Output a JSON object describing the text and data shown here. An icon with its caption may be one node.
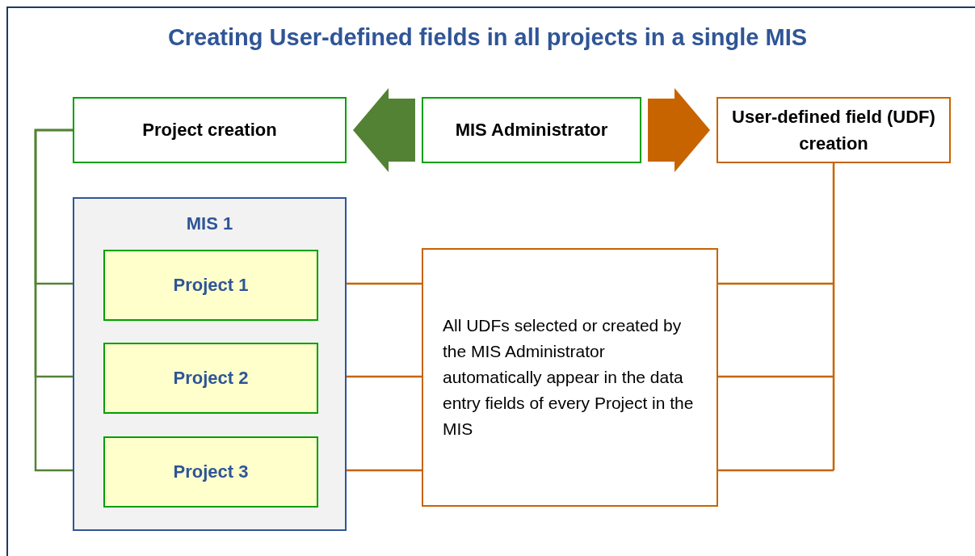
{
  "diagram": {
    "title": "Creating User-defined fields in all projects in a single MIS",
    "nodes": [
      {
        "text": [
          "Project creation"
        ]
      },
      {
        "text": [
          "MIS Administrator"
        ]
      },
      {
        "text": [
          "User-defined field (UDF) creation"
        ]
      },
      {
        "text": [
          "MIS 1"
        ]
      },
      {
        "text": [
          "Project 1"
        ],
        "in": 3
      },
      {
        "text": [
          "Project 2"
        ],
        "in": 3
      },
      {
        "text": [
          "Project 3"
        ],
        "in": 3
      },
      {
        "text": [
          "All UDFs selected or created by the MIS Administrator automatically appear in the data entry fields of every Project in the MIS"
        ]
      }
    ],
    "edges": [
      {
        "from": 1,
        "to": 0,
        "arrow": "to",
        "style": "thick",
        "color": "#548235"
      },
      {
        "from": 1,
        "to": 2,
        "arrow": "to",
        "style": "thick",
        "color": "#c86400"
      },
      {
        "from": 0,
        "to": 4,
        "arrow": "none",
        "color": "#548235"
      },
      {
        "from": 0,
        "to": 5,
        "arrow": "none",
        "color": "#548235"
      },
      {
        "from": 0,
        "to": 6,
        "arrow": "none",
        "color": "#548235"
      },
      {
        "from": 2,
        "to": 7,
        "arrow": "none",
        "color": "#c86400"
      },
      {
        "from": 4,
        "to": 7,
        "arrow": "none",
        "color": "#c86400"
      },
      {
        "from": 5,
        "to": 7,
        "arrow": "none",
        "color": "#c86400"
      },
      {
        "from": 6,
        "to": 7,
        "arrow": "none",
        "color": "#c86400"
      }
    ]
  }
}
